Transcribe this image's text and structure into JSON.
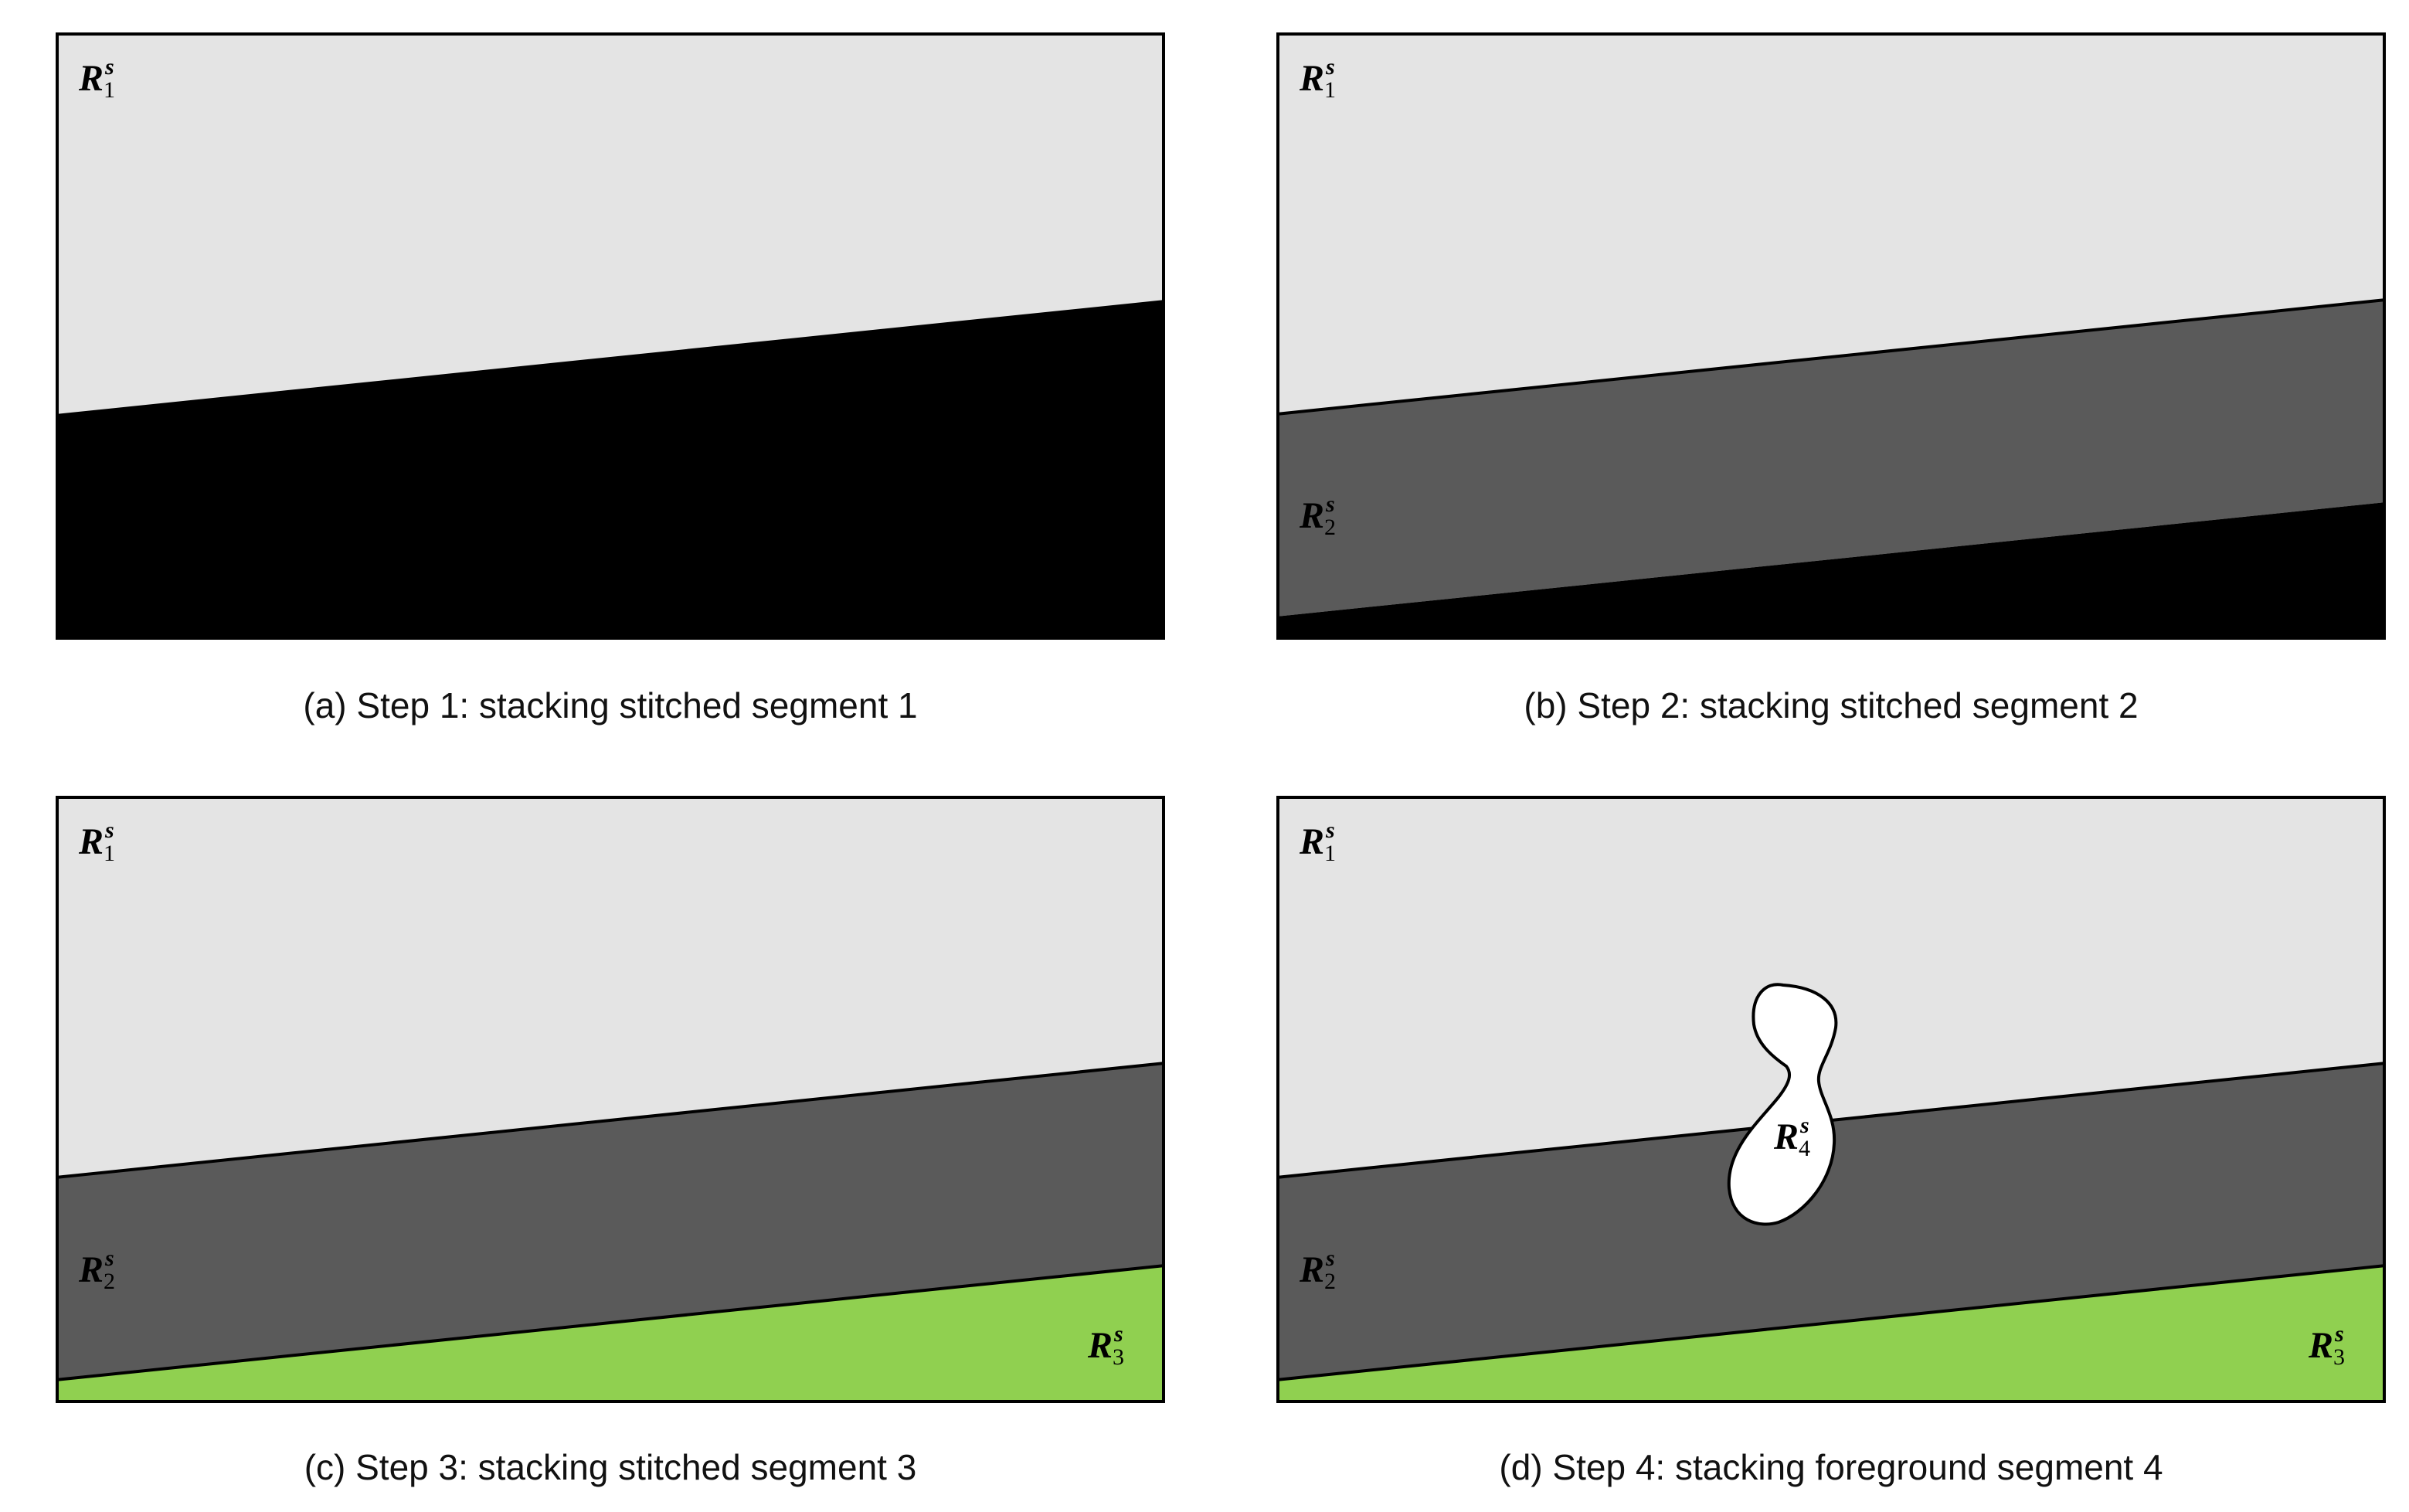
{
  "colors": {
    "background_region": "#e4e4e4",
    "unfilled_region": "#000000",
    "segment_2": "#5a5a5a",
    "segment_3": "#90d050",
    "foreground_segment": "#ffffff",
    "border": "#000000"
  },
  "panels": [
    {
      "caption": "(a) Step 1: stacking stitched segment 1",
      "labels": {
        "r1": {
          "symbol": "R",
          "sup": "s",
          "sub": "1"
        }
      }
    },
    {
      "caption": "(b) Step 2: stacking stitched segment 2",
      "labels": {
        "r1": {
          "symbol": "R",
          "sup": "s",
          "sub": "1"
        },
        "r2": {
          "symbol": "R",
          "sup": "s",
          "sub": "2"
        }
      }
    },
    {
      "caption": "(c) Step 3: stacking stitched segment 3",
      "labels": {
        "r1": {
          "symbol": "R",
          "sup": "s",
          "sub": "1"
        },
        "r2": {
          "symbol": "R",
          "sup": "s",
          "sub": "2"
        },
        "r3": {
          "symbol": "R",
          "sup": "s",
          "sub": "3"
        }
      }
    },
    {
      "caption": "(d) Step 4: stacking foreground segment 4",
      "labels": {
        "r1": {
          "symbol": "R",
          "sup": "s",
          "sub": "1"
        },
        "r2": {
          "symbol": "R",
          "sup": "s",
          "sub": "2"
        },
        "r3": {
          "symbol": "R",
          "sup": "s",
          "sub": "3"
        },
        "r4": {
          "symbol": "R",
          "sup": "s",
          "sub": "4"
        }
      }
    }
  ]
}
